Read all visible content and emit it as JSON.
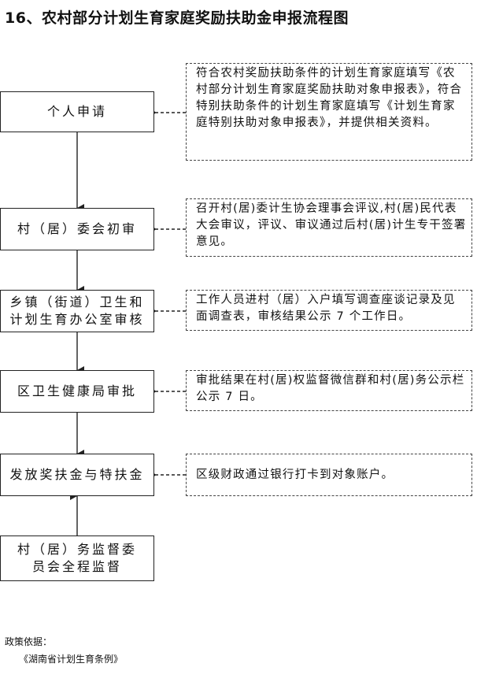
{
  "title": "16、农村部分计划生育家庭奖励扶助金申报流程图",
  "steps": [
    {
      "label": "个人申请"
    },
    {
      "label": "村（居）委会初审"
    },
    {
      "label": "乡镇（街道）卫生和计划生育办公室审核"
    },
    {
      "label": "区卫生健康局审批"
    },
    {
      "label": "发放奖扶金与特扶金"
    },
    {
      "label": "村（居）务监督委员会全程监督"
    }
  ],
  "notes": [
    {
      "text": "符合农村奖励扶助条件的计划生育家庭填写《农村部分计划生育家庭奖励扶助对象申报表》，符合特别扶助条件的计划生育家庭填写《计划生育家庭特别扶助对象申报表》，并提供相关资料。"
    },
    {
      "text": "召开村(居)委计生协会理事会评议,村(居)民代表大会审议，评议、审议通过后村(居)计生专干签署意见。"
    },
    {
      "text": "工作人员进村（居）入户填写调查座谈记录及见面调查表，审核结果公示 7 个工作日。"
    },
    {
      "text": "审批结果在村(居)权监督微信群和村(居)务公示栏公示 7 日。"
    },
    {
      "text": "区级财政通过银行打卡到对象账户。"
    }
  ],
  "policy": {
    "label": "政策依据：",
    "document": "《湖南省计划生育条例》"
  }
}
